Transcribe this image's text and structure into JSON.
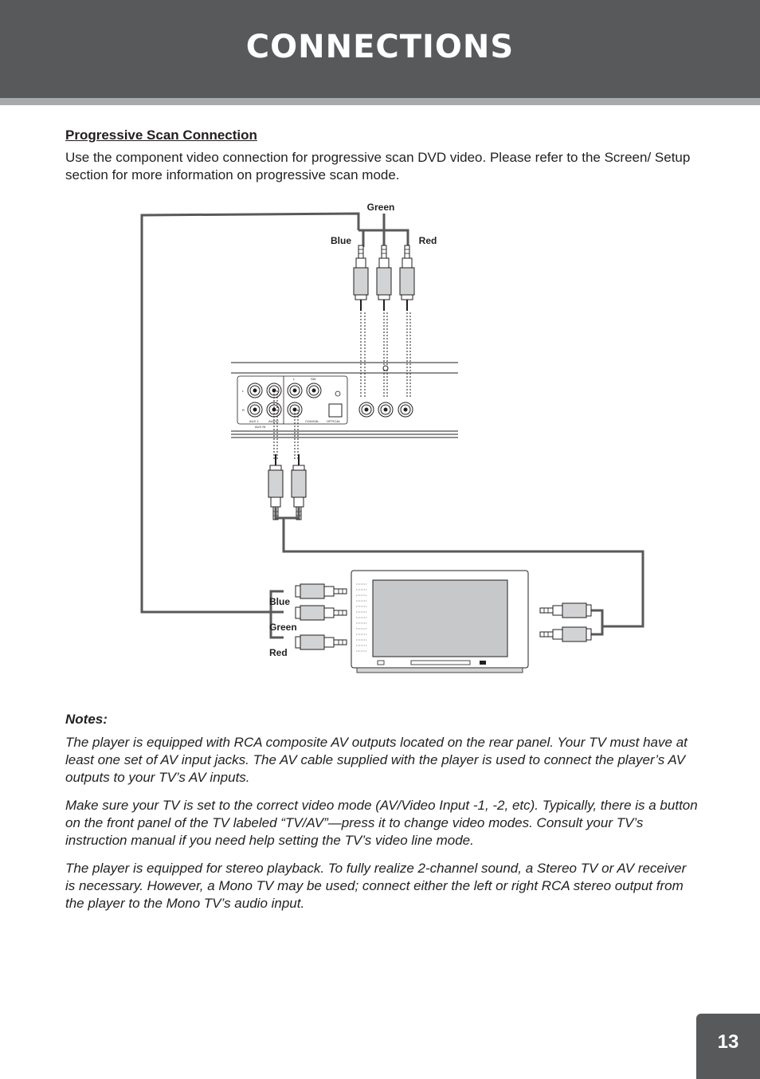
{
  "header": {
    "title": "CONNECTIONS",
    "page_number": "13"
  },
  "section": {
    "heading": "Progressive Scan Connection",
    "intro": "Use the component video connection for progressive scan DVD video. Please refer to the Screen/ Setup section for more information on progressive scan mode."
  },
  "diagram": {
    "top_plugs": {
      "left": "Blue",
      "center": "Green",
      "right": "Red"
    },
    "tv_plugs": [
      "Blue",
      "Green",
      "Red"
    ],
    "panel_labels": {
      "aux1": "AUX 1",
      "audio": "AUDIO",
      "aux_in": "AUX IN",
      "coaxial": "COAXIAL",
      "optical": "OPTICAL",
      "l": "L",
      "r": "R",
      "sw": "SW"
    }
  },
  "notes": {
    "heading": "Notes:",
    "items": [
      "The player is equipped with RCA composite AV outputs located on the rear panel. Your TV must have at least one set of AV input jacks. The AV cable supplied with the player is used to connect the player’s AV outputs to your TV’s AV inputs.",
      "Make sure your TV is set to the correct video mode (AV/Video Input -1, -2, etc). Typically, there is a button on the front panel of the TV labeled “TV/AV”—press it to change video modes. Consult your TV’s instruction manual if you need help setting the TV’s video line mode.",
      "The player is equipped for stereo playback. To fully realize 2-channel sound, a Stereo TV or AV receiver is necessary. However, a Mono TV may be used; connect either the left or right RCA stereo output from the player to the Mono TV’s audio input."
    ]
  }
}
